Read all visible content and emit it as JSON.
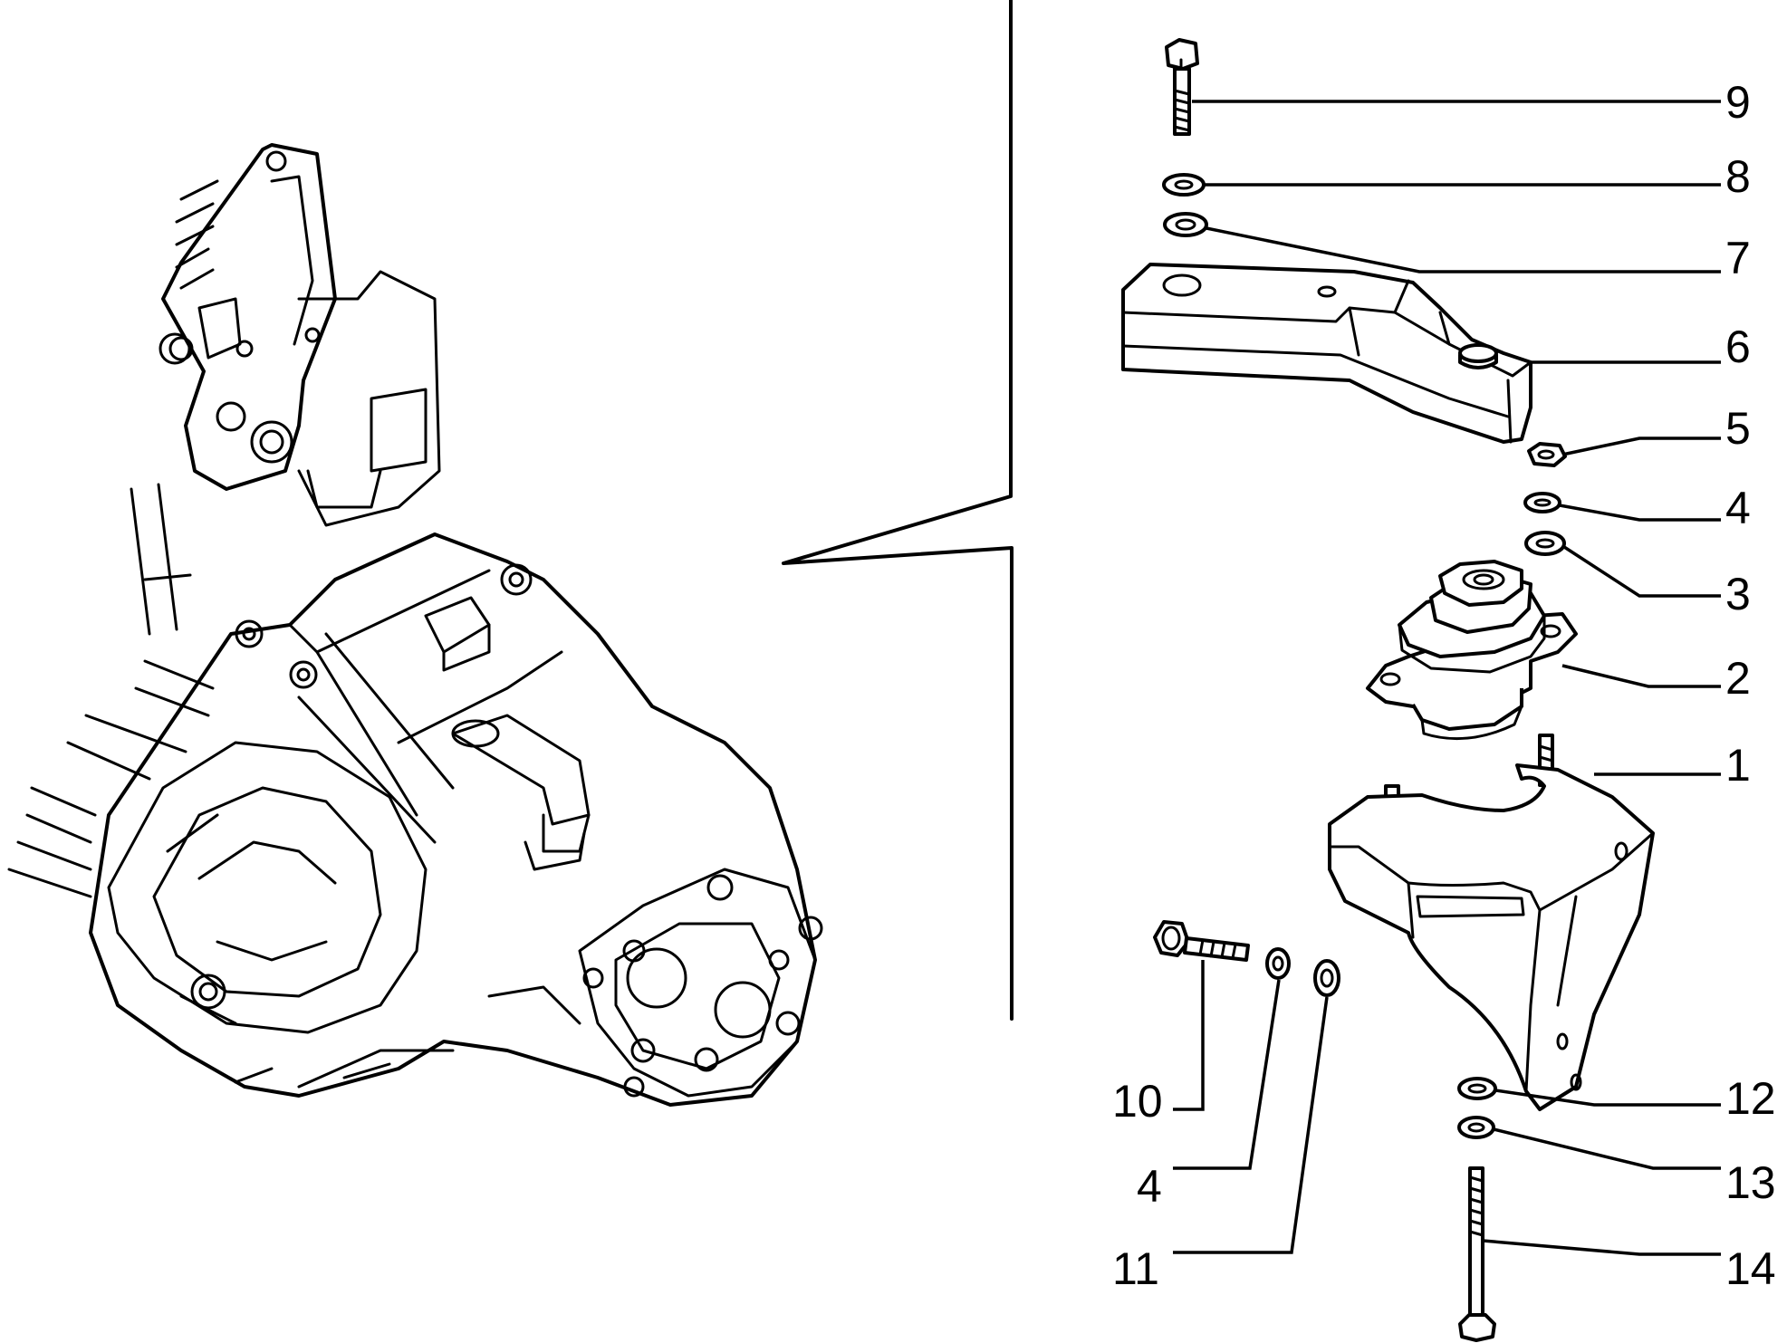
{
  "diagram": {
    "callouts": [
      {
        "id": "9",
        "label": "9"
      },
      {
        "id": "8",
        "label": "8"
      },
      {
        "id": "7",
        "label": "7"
      },
      {
        "id": "6",
        "label": "6"
      },
      {
        "id": "5",
        "label": "5"
      },
      {
        "id": "4a",
        "label": "4"
      },
      {
        "id": "3",
        "label": "3"
      },
      {
        "id": "2",
        "label": "2"
      },
      {
        "id": "1",
        "label": "1"
      },
      {
        "id": "10",
        "label": "10"
      },
      {
        "id": "4b",
        "label": "4"
      },
      {
        "id": "11",
        "label": "11"
      },
      {
        "id": "12",
        "label": "12"
      },
      {
        "id": "13",
        "label": "13"
      },
      {
        "id": "14",
        "label": "14"
      }
    ]
  }
}
